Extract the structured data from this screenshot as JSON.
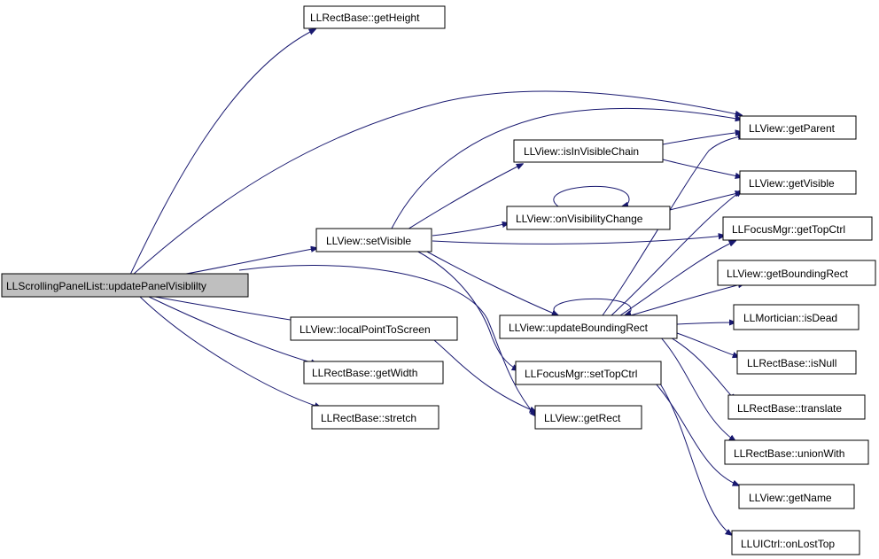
{
  "colors": {
    "edge": "#191970",
    "root_fill": "#bfbfbf",
    "node_fill": "#ffffff",
    "node_border": "#000000"
  },
  "nodes": {
    "updatePanelVisiblilty": "LLScrollingPanelList::updatePanelVisiblilty",
    "setVisible": "LLView::setVisible",
    "localPointToScreen": "LLView::localPointToScreen",
    "getWidth": "LLRectBase::getWidth",
    "stretch": "LLRectBase::stretch",
    "getHeight": "LLRectBase::getHeight",
    "isInVisibleChain": "LLView::isInVisibleChain",
    "onVisibilityChange": "LLView::onVisibilityChange",
    "updateBoundingRect": "LLView::updateBoundingRect",
    "setTopCtrl": "LLFocusMgr::setTopCtrl",
    "getRect": "LLView::getRect",
    "getParent": "LLView::getParent",
    "getVisible": "LLView::getVisible",
    "getTopCtrl": "LLFocusMgr::getTopCtrl",
    "getBoundingRect": "LLView::getBoundingRect",
    "isDead": "LLMortician::isDead",
    "isNull": "LLRectBase::isNull",
    "translate": "LLRectBase::translate",
    "unionWith": "LLRectBase::unionWith",
    "getName": "LLView::getName",
    "onLostTop": "LLUICtrl::onLostTop"
  },
  "edges": [
    [
      "updatePanelVisiblilty",
      "getHeight"
    ],
    [
      "updatePanelVisiblilty",
      "getParent"
    ],
    [
      "updatePanelVisiblilty",
      "setVisible"
    ],
    [
      "updatePanelVisiblilty",
      "getRect"
    ],
    [
      "updatePanelVisiblilty",
      "localPointToScreen"
    ],
    [
      "updatePanelVisiblilty",
      "getWidth"
    ],
    [
      "updatePanelVisiblilty",
      "stretch"
    ],
    [
      "setVisible",
      "getParent"
    ],
    [
      "setVisible",
      "isInVisibleChain"
    ],
    [
      "setVisible",
      "onVisibilityChange"
    ],
    [
      "setVisible",
      "getTopCtrl"
    ],
    [
      "setVisible",
      "updateBoundingRect"
    ],
    [
      "setVisible",
      "setTopCtrl"
    ],
    [
      "isInVisibleChain",
      "getParent"
    ],
    [
      "isInVisibleChain",
      "getVisible"
    ],
    [
      "onVisibilityChange",
      "onVisibilityChange"
    ],
    [
      "onVisibilityChange",
      "getVisible"
    ],
    [
      "updateBoundingRect",
      "updateBoundingRect"
    ],
    [
      "updateBoundingRect",
      "getParent"
    ],
    [
      "updateBoundingRect",
      "getVisible"
    ],
    [
      "updateBoundingRect",
      "getTopCtrl"
    ],
    [
      "updateBoundingRect",
      "getBoundingRect"
    ],
    [
      "updateBoundingRect",
      "isDead"
    ],
    [
      "updateBoundingRect",
      "isNull"
    ],
    [
      "updateBoundingRect",
      "translate"
    ],
    [
      "updateBoundingRect",
      "unionWith"
    ],
    [
      "localPointToScreen",
      "getRect"
    ],
    [
      "setTopCtrl",
      "getName"
    ],
    [
      "setTopCtrl",
      "onLostTop"
    ]
  ]
}
